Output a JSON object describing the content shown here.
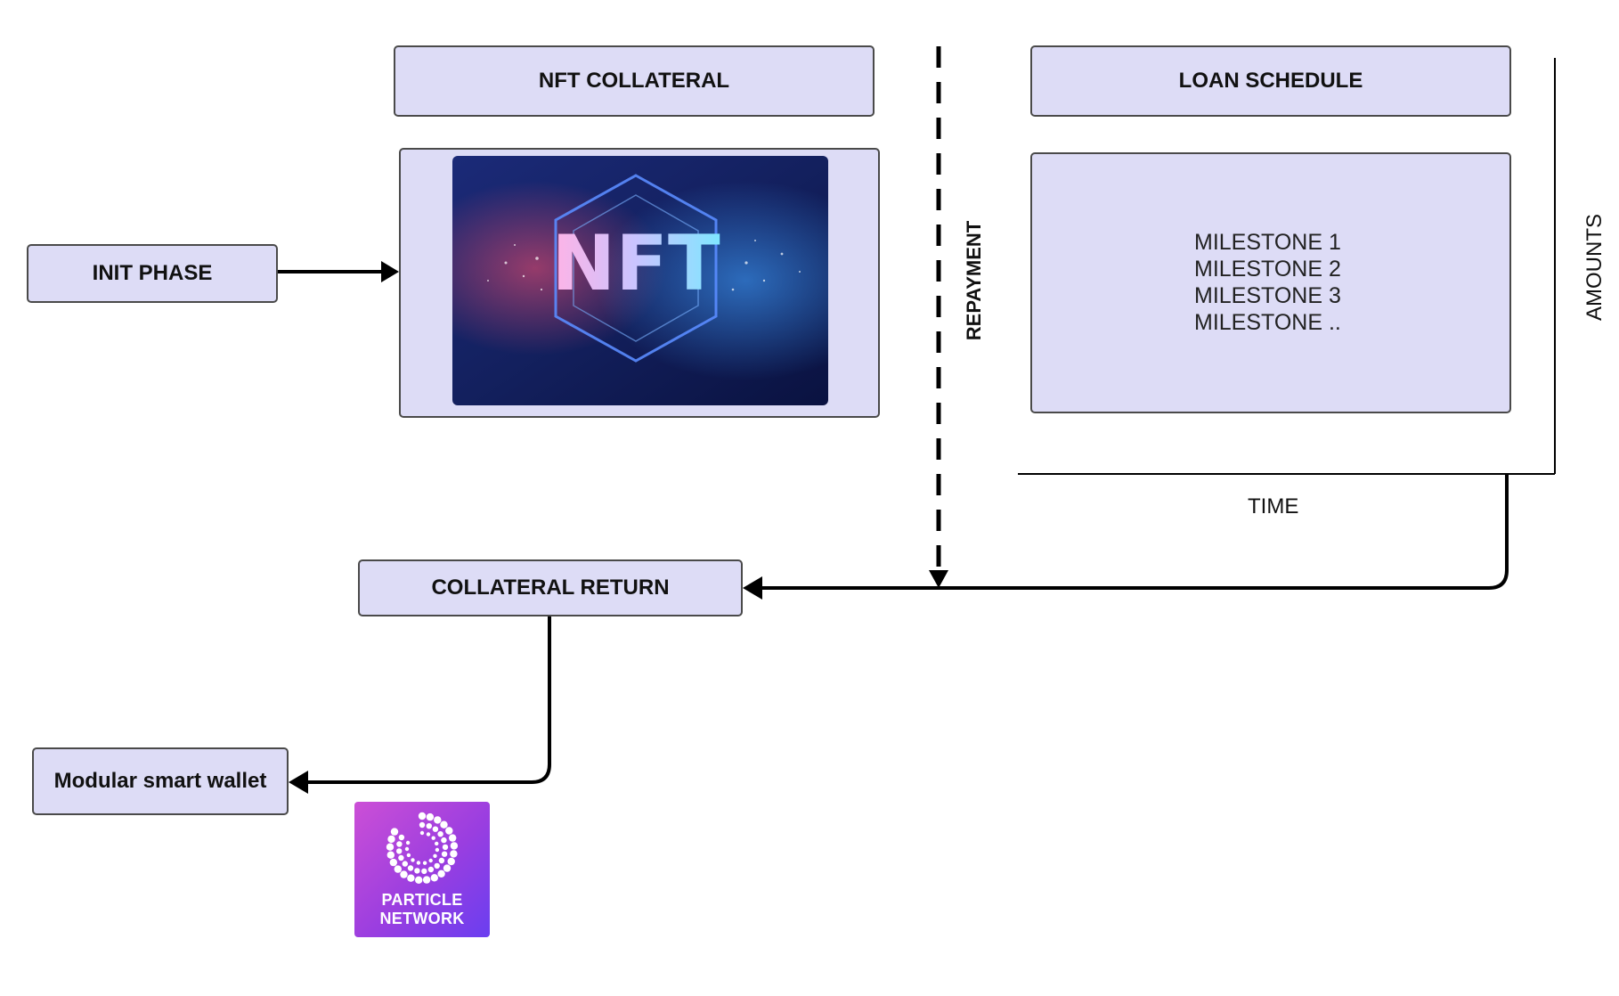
{
  "nodes": {
    "init_phase": "INIT PHASE",
    "nft_collateral": "NFT COLLATERAL",
    "loan_schedule": "LOAN SCHEDULE",
    "collateral_return": "COLLATERAL RETURN",
    "smart_wallet": "Modular smart wallet"
  },
  "milestones": [
    "MILESTONE 1",
    "MILESTONE 2",
    "MILESTONE 3",
    "MILESTONE .."
  ],
  "labels": {
    "repayment": "REPAYMENT",
    "amounts": "AMOUNTS",
    "time": "TIME"
  },
  "nft_image": {
    "text": "NFT"
  },
  "logo": {
    "text_line1": "PARTICLE",
    "text_line2": "NETWORK"
  },
  "colors": {
    "node_fill": "#dddcf6",
    "node_border": "#4a4a4a",
    "wire": "#000000"
  }
}
